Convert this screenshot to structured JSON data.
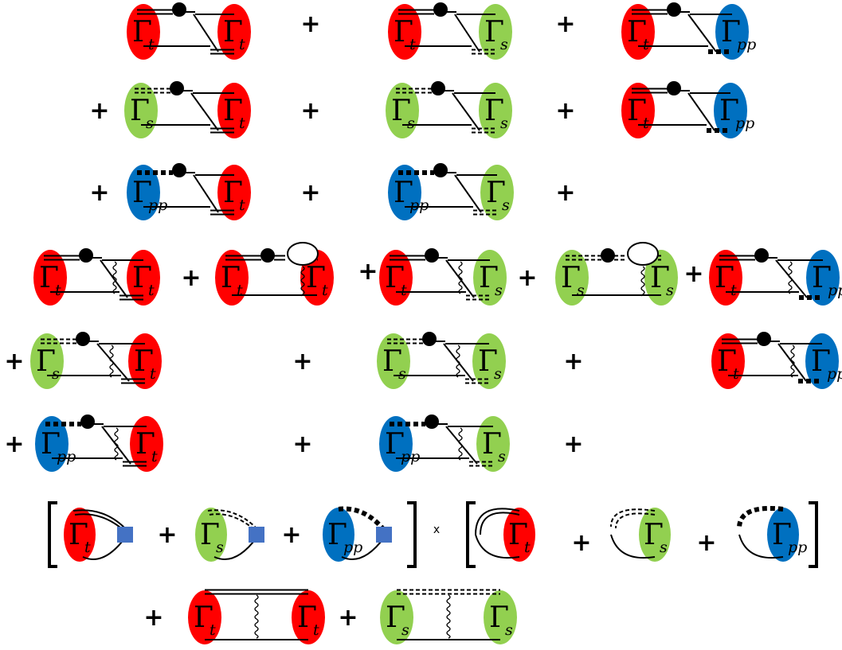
{
  "vertices": {
    "t": {
      "symbol": "Γ",
      "subscript": "t",
      "color": "#ff0000"
    },
    "s": {
      "symbol": "Γ",
      "subscript": "s",
      "color": "#92d050"
    },
    "pp": {
      "symbol": "Γ",
      "subscript": "pp",
      "color": "#0070c0"
    }
  },
  "colors": {
    "line": "#000000",
    "square": "#4472c4",
    "dot": "#000000"
  },
  "operators": {
    "plus": "+",
    "times": "x"
  },
  "rows": [
    [
      {
        "l": "t",
        "r": "t",
        "w": false
      },
      {
        "l": "t",
        "r": "s",
        "w": false
      },
      {
        "l": "t",
        "r": "pp",
        "w": false
      }
    ],
    [
      {
        "l": "s",
        "r": "t",
        "w": false
      },
      {
        "l": "s",
        "r": "s",
        "w": false
      },
      {
        "l": "t",
        "r": "pp",
        "w": false
      }
    ],
    [
      {
        "l": "pp",
        "r": "t",
        "w": false
      },
      {
        "l": "pp",
        "r": "s",
        "w": false
      }
    ],
    [
      {
        "l": "t",
        "r": "t",
        "w": true
      },
      {
        "l": "t",
        "r": "t",
        "bubble": true
      },
      {
        "l": "t",
        "r": "s",
        "w": true
      },
      {
        "l": "s",
        "r": "s",
        "bubble": true
      },
      {
        "l": "t",
        "r": "pp",
        "w": true
      }
    ],
    [
      {
        "l": "s",
        "r": "t",
        "w": true
      },
      {
        "l": "s",
        "r": "s",
        "w": true
      },
      {
        "l": "t",
        "r": "pp",
        "w": true
      }
    ],
    [
      {
        "l": "pp",
        "r": "t",
        "w": true
      },
      {
        "l": "pp",
        "r": "s",
        "w": true
      }
    ],
    [
      "bracket-products"
    ],
    [
      {
        "l": "t",
        "r": "t",
        "ladder": true
      },
      {
        "l": "s",
        "r": "s",
        "ladder": true
      }
    ]
  ]
}
